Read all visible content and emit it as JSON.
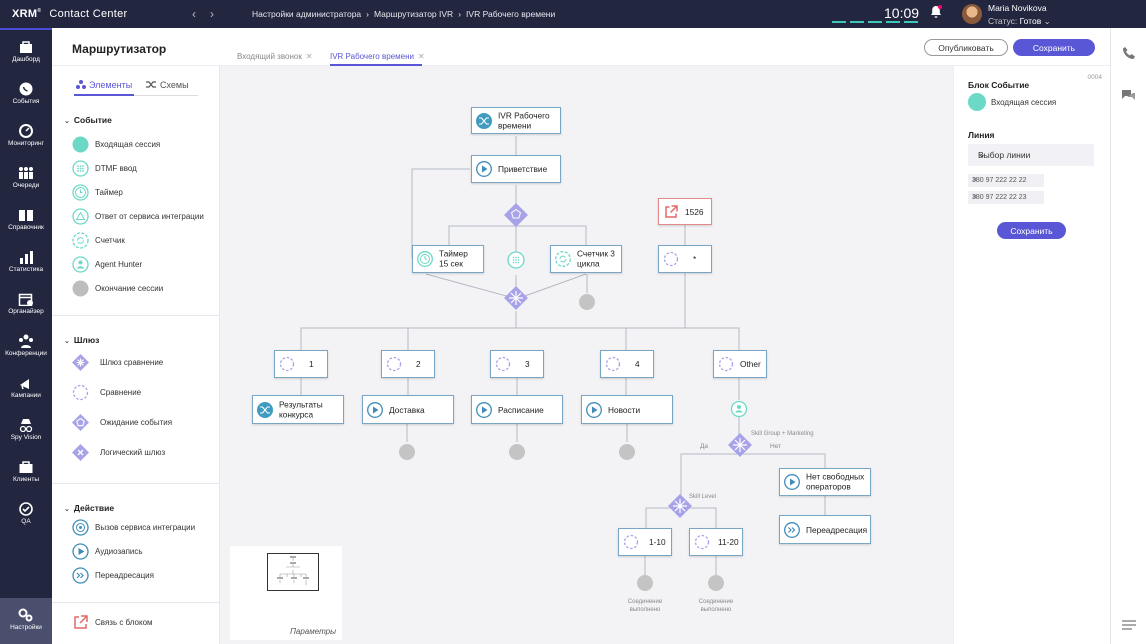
{
  "app": {
    "brand": "XRM",
    "brand_mark": "®",
    "product": "Contact Center"
  },
  "breadcrumb": [
    "Настройки администратора",
    "Маршрутизатор IVR",
    "IVR Рабочего времени"
  ],
  "clock": "10:09",
  "user": {
    "name": "Maria Novikova",
    "status_label": "Статус:",
    "status_value": "Готов"
  },
  "sidebar": [
    {
      "label": "Дашборд",
      "icon": "dashboard-icon"
    },
    {
      "label": "События",
      "icon": "whatsapp-icon"
    },
    {
      "label": "Мониторинг",
      "icon": "monitor-gauge-icon"
    },
    {
      "label": "Очереди",
      "icon": "queue-people-icon"
    },
    {
      "label": "Справочник",
      "icon": "book-icon"
    },
    {
      "label": "Статистика",
      "icon": "bar-chart-icon"
    },
    {
      "label": "Органайзер",
      "icon": "calendar-icon"
    },
    {
      "label": "Конференции",
      "icon": "conference-icon"
    },
    {
      "label": "Кампании",
      "icon": "campaign-icon"
    },
    {
      "label": "Spy Vision",
      "icon": "spy-icon"
    },
    {
      "label": "Клиенты",
      "icon": "clients-icon"
    },
    {
      "label": "QA",
      "icon": "qa-icon"
    },
    {
      "label": "Настройки",
      "icon": "settings-icon"
    }
  ],
  "page": {
    "title": "Маршрутизатор"
  },
  "tabs": [
    {
      "label": "Входящий звонок",
      "active": false
    },
    {
      "label": "IVR Рабочего времени",
      "active": true
    }
  ],
  "actions": {
    "publish": "Опубликовать",
    "save": "Сохранить"
  },
  "panel": {
    "tabs": [
      "Элементы",
      "Схемы"
    ],
    "sections": [
      {
        "title": "Событие",
        "items": [
          "Входящая сессия",
          "DTMF ввод",
          "Таймер",
          "Ответ от сервиса интеграции",
          "Счетчик",
          "Agent Hunter",
          "Окончание сессии"
        ]
      },
      {
        "title": "Шлюз",
        "items": [
          "Шлюз сравнение",
          "Сравнение",
          "Ожидание события",
          "Логический шлюз"
        ]
      },
      {
        "title": "Действие",
        "items": [
          "Вызов сервиса интеграции",
          "Аудиозапись",
          "Переадресация"
        ]
      }
    ],
    "link": "Связь с блоком"
  },
  "flow": {
    "nodes": [
      "IVR Рабочего времени",
      "Приветствие",
      "Таймер 15 сек",
      "Счетчик 3 цикла",
      "1526",
      "*",
      "1",
      "2",
      "3",
      "4",
      "Other",
      "Результаты конкурса",
      "Доставка",
      "Расписание",
      "Новости",
      "Нет свободных операторов",
      "Переадресация",
      "1-10",
      "11-20"
    ],
    "labels": {
      "skill_group": "Skill Group + Marketing",
      "yes": "Да",
      "no": "Нет",
      "skill_level": "Skill Level",
      "done1": "Соединение выполнено",
      "done2": "Соединение выполнено"
    }
  },
  "minimap": {
    "label": "Параметры"
  },
  "props": {
    "id": "0004",
    "block_label": "Блок Событие",
    "block_value": "Входящая сессия",
    "line_label": "Линия",
    "select": "Выбор линии",
    "chips": [
      "380 97 222 22 22",
      "380 97 222 22 23"
    ],
    "save": "Сохранить"
  },
  "colors": {
    "accent": "#5a57d6",
    "teal": "#6cd9c7",
    "sidebar": "#22263f",
    "gateway": "#a8a3e8",
    "endpoint": "#c4c4c4"
  }
}
